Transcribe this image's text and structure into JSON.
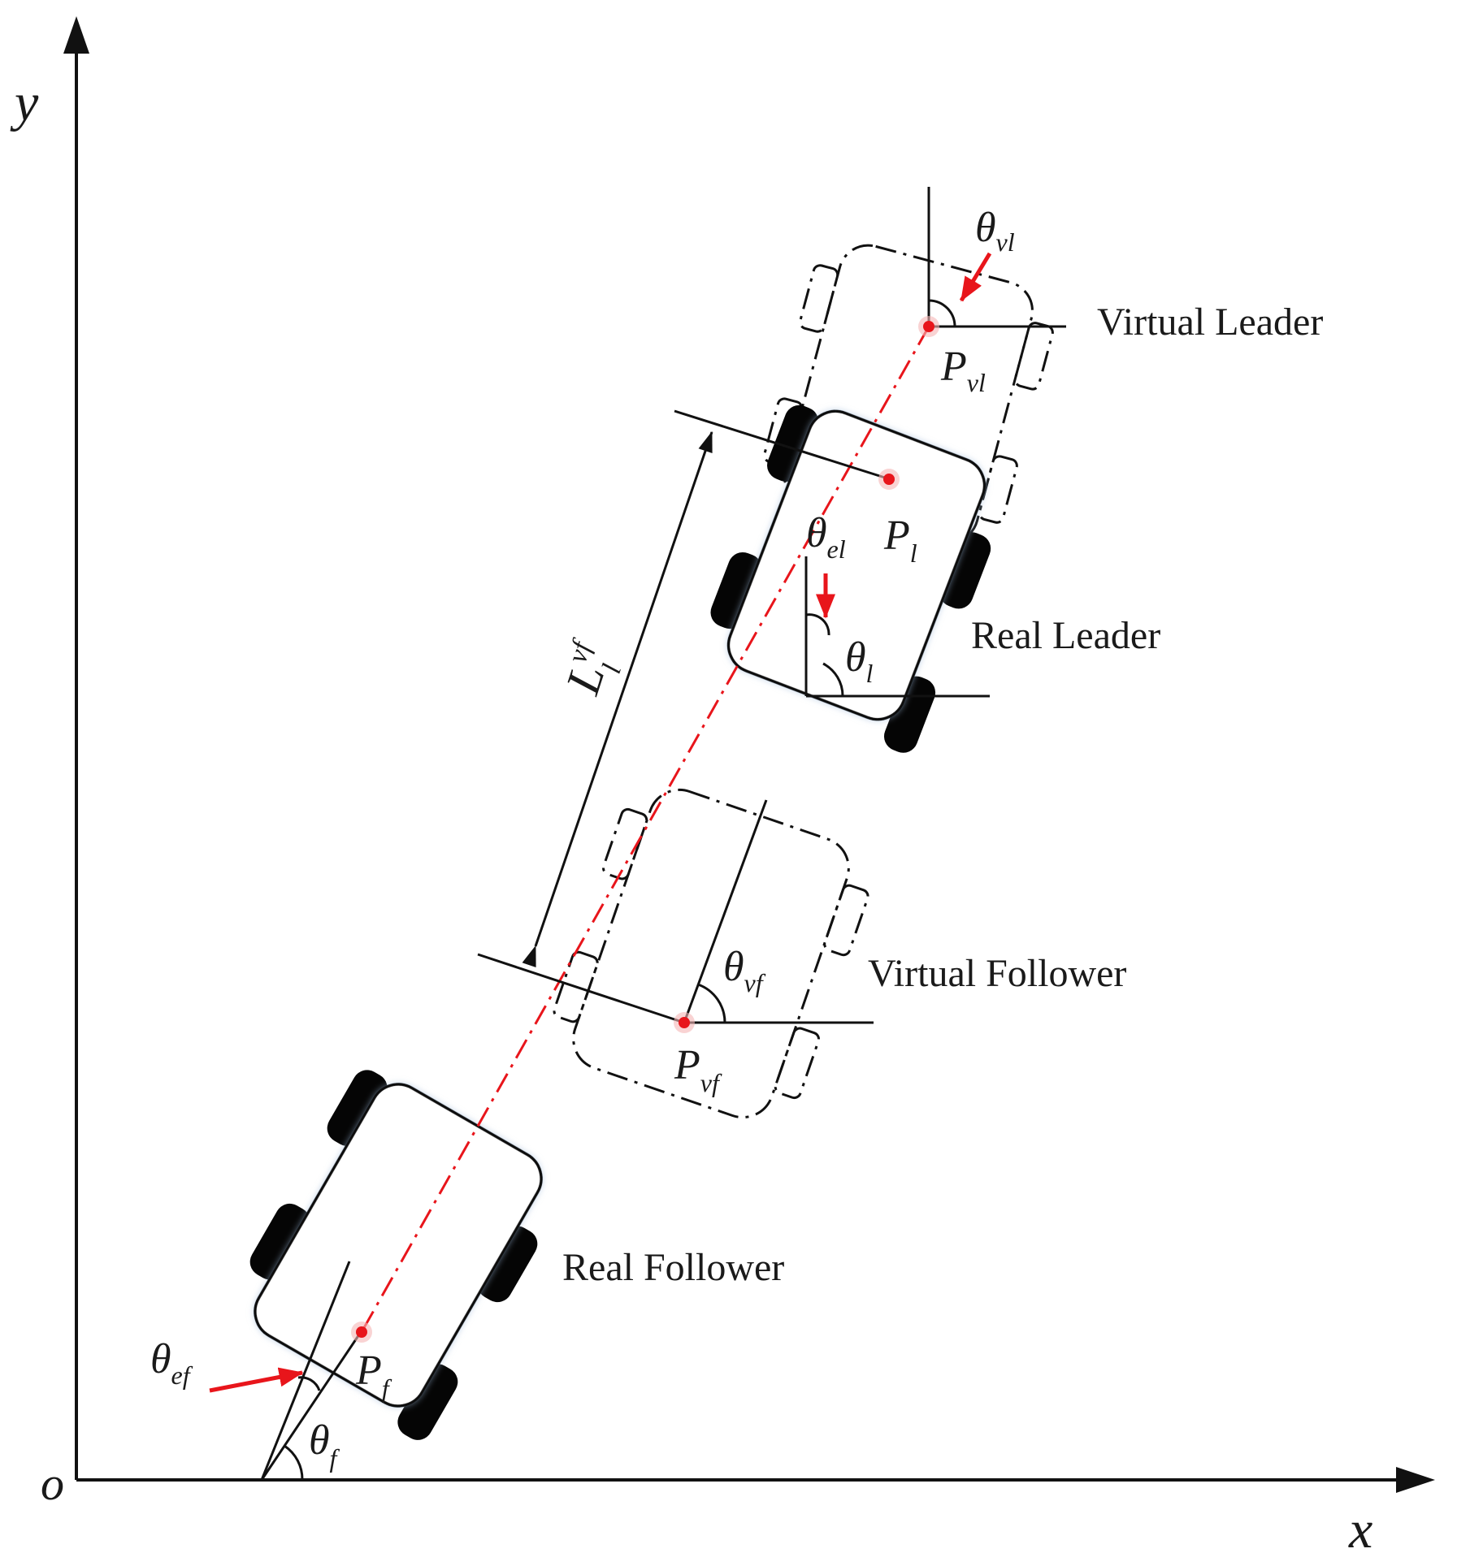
{
  "axes": {
    "x_label": "x",
    "y_label": "y",
    "origin_label": "o"
  },
  "vehicles": {
    "virtual_leader": "Virtual Leader",
    "real_leader": "Real Leader",
    "virtual_follower": "Virtual Follower",
    "real_follower": "Real Follower"
  },
  "symbols": {
    "theta": "θ",
    "P": "P",
    "L": "L",
    "sub_vl": "vl",
    "sub_l": "l",
    "sub_el": "el",
    "sub_vf": "vf",
    "sub_f": "f",
    "sub_ef": "ef",
    "sup_vf": "vf"
  },
  "colors": {
    "accent_red": "#e8151b",
    "line": "#111111"
  }
}
